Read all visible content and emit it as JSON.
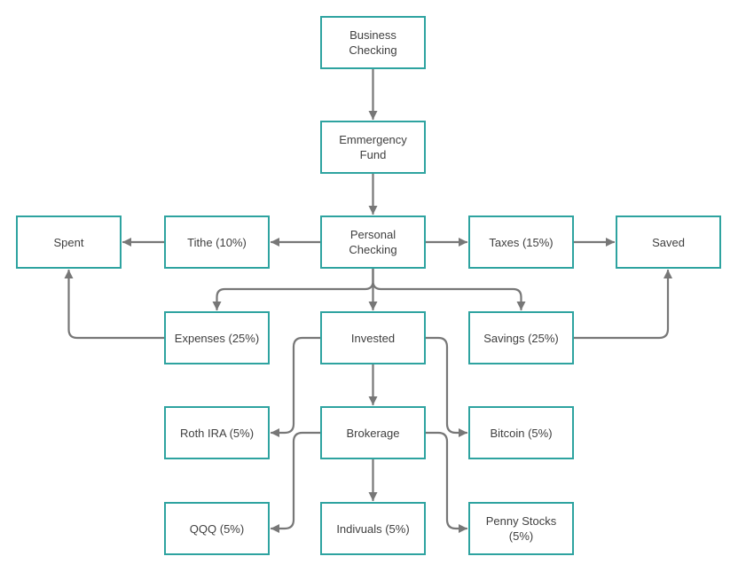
{
  "diagram": {
    "colors": {
      "node_border": "#2ea3a0",
      "node_text": "#3f3f3f",
      "connector": "#777777"
    },
    "nodes": {
      "business": "Business\nChecking",
      "emergency": "Emmergency\nFund",
      "personal": "Personal\nChecking",
      "tithe": "Tithe (10%)",
      "spent": "Spent",
      "taxes": "Taxes (15%)",
      "saved": "Saved",
      "expenses": "Expenses (25%)",
      "invested": "Invested",
      "savings": "Savings (25%)",
      "roth": "Roth IRA (5%)",
      "brokerage": "Brokerage",
      "bitcoin": "Bitcoin (5%)",
      "qqq": "QQQ (5%)",
      "individuals": "Indivuals (5%)",
      "penny": "Penny Stocks\n(5%)"
    },
    "connections": [
      [
        "business",
        "emergency"
      ],
      [
        "emergency",
        "personal"
      ],
      [
        "personal",
        "tithe"
      ],
      [
        "tithe",
        "spent"
      ],
      [
        "personal",
        "taxes"
      ],
      [
        "taxes",
        "saved"
      ],
      [
        "personal",
        "expenses"
      ],
      [
        "personal",
        "invested"
      ],
      [
        "personal",
        "savings"
      ],
      [
        "expenses",
        "spent"
      ],
      [
        "savings",
        "saved"
      ],
      [
        "invested",
        "roth"
      ],
      [
        "invested",
        "brokerage"
      ],
      [
        "invested",
        "bitcoin"
      ],
      [
        "brokerage",
        "qqq"
      ],
      [
        "brokerage",
        "individuals"
      ],
      [
        "brokerage",
        "penny"
      ]
    ]
  }
}
